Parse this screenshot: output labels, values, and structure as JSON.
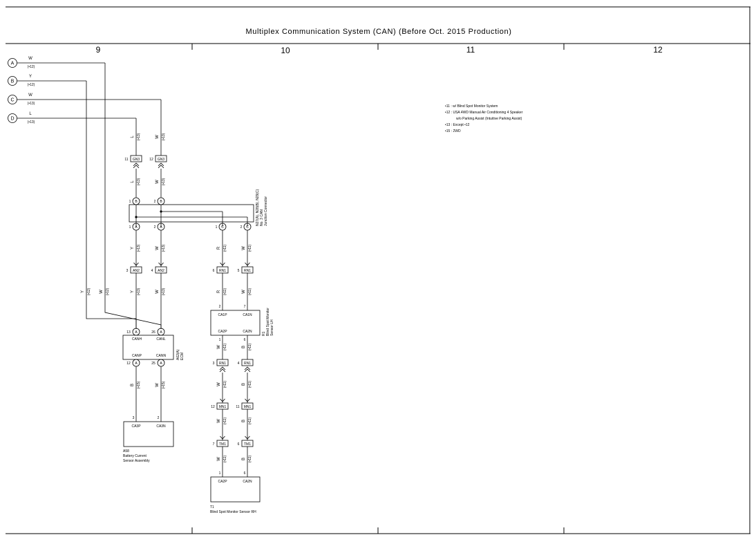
{
  "title": "Multiplex Communication System (CAN) (Before Oct.  2015 Production)",
  "columns": [
    "9",
    "10",
    "11",
    "12"
  ],
  "notes": [
    "•11 : w/ Blind Spot Monitor System",
    "•12 : USA 4WD Manual Air Conditioning 4 Speaker",
    "w/o Parking Assist (Intuitive Parking Assist)",
    "•13 : Except •12",
    "•15 : 2WD"
  ],
  "refs": [
    {
      "letter": "A",
      "color": "W",
      "cond": "(•12)"
    },
    {
      "letter": "B",
      "color": "Y",
      "cond": "(•12)"
    },
    {
      "letter": "C",
      "color": "W",
      "cond": "(•13)"
    },
    {
      "letter": "D",
      "color": "L",
      "cond": "(•13)"
    }
  ],
  "labels": {
    "L": "L",
    "W": "W",
    "Y": "Y",
    "R": "R",
    "B": "B",
    "c11": "(•11)",
    "c12": "(•12)",
    "c13": "(•13)",
    "c15": "(•15)",
    "gn3": "GN3",
    "an2": "AN2",
    "rn1": "RN1",
    "mn1": "MN1",
    "tm1": "TM1",
    "A": "A",
    "Bc": "B",
    "C": "C",
    "n1": "1",
    "n2": "2",
    "n3": "3",
    "n4": "4",
    "n5": "5",
    "n6": "6",
    "n7": "7",
    "n11": "11",
    "n12": "12",
    "n13": "13",
    "n25": "25",
    "n26": "26"
  },
  "junction": {
    "id": "N27(A), N28(B), N29(C)",
    "line2": "No. 3 CAN",
    "line3": "Junction Connector"
  },
  "ecm": {
    "id": "A62(A)",
    "name": "ECM",
    "pins": [
      "CANH",
      "CANL",
      "CANP",
      "CANN"
    ]
  },
  "battery": {
    "id": "A58",
    "line1": "Battery Current",
    "line2": "Sensor Assembly",
    "pins": [
      "CA3P",
      "CA3N"
    ]
  },
  "bsm_lh": {
    "id": "R1",
    "line1": "Blind Spot Monitor",
    "line2": "Sensor LH",
    "pins": [
      "CA1P",
      "CA1N",
      "CA2P",
      "CA2N"
    ]
  },
  "bsm_rh": {
    "id": "T1",
    "line1": "Blind Spot Monitor Sensor RH",
    "pins": [
      "CA2P",
      "CA2N"
    ]
  }
}
